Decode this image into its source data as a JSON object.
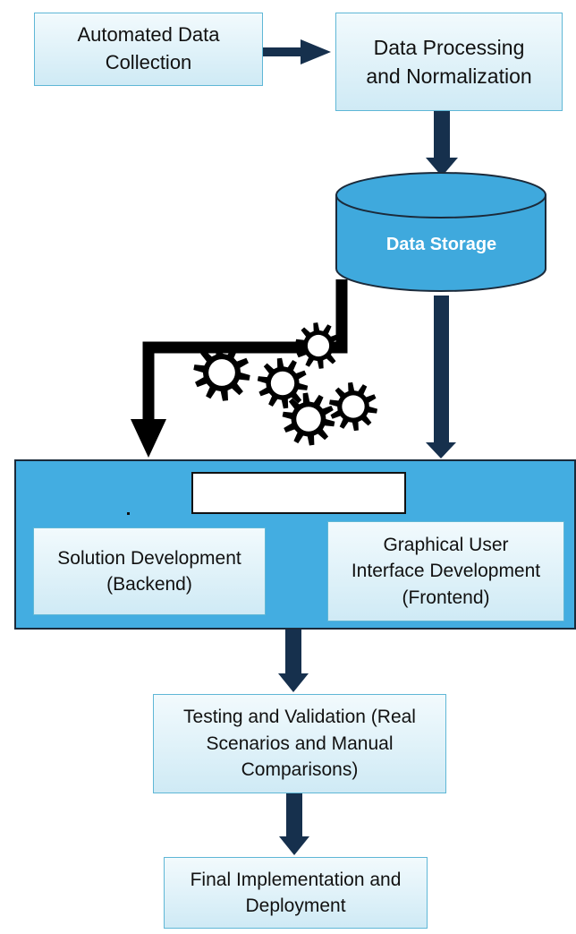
{
  "diagram": {
    "nodes": {
      "collection": "Automated Data\nCollection",
      "processing": "Data Processing\nand Normalization",
      "storage": "Data Storage",
      "panel_title": "",
      "backend": "Solution Development\n(Backend)",
      "frontend": "Graphical User\nInterface Development\n(Frontend)",
      "testing": "Testing and Validation (Real\nScenarios and Manual\nComparisons)",
      "deployment": "Final Implementation and\nDeployment"
    },
    "colors": {
      "arrow": "#16304d",
      "panel": "#43ade1",
      "cylinder": "#3fa9dd",
      "box_border": "#5fb7d6",
      "gear": "#000000"
    },
    "icons": [
      "gear-icon",
      "database-icon"
    ]
  }
}
